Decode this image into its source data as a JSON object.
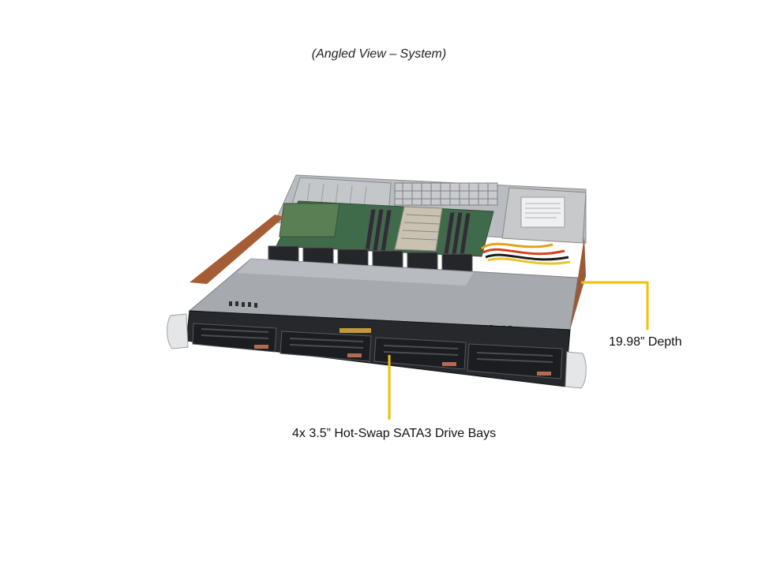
{
  "caption": "(Angled View – System)",
  "callouts": {
    "depth": "19.98” Depth",
    "drive_bays": "4x 3.5” Hot-Swap  SATA3 Drive Bays"
  },
  "colors": {
    "callout_line": "#f2c200",
    "chassis": "#9ea3a8",
    "bezel": "#2a2a2a",
    "copper_trim": "#b0643a"
  }
}
